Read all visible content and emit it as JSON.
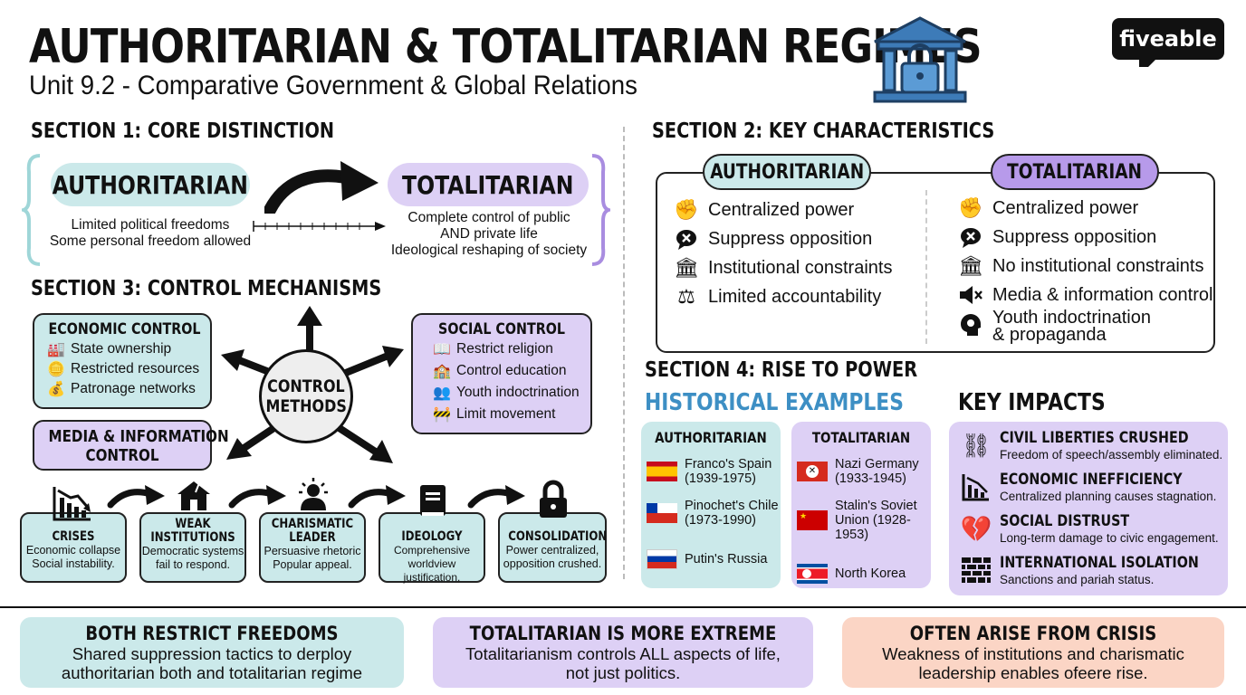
{
  "header": {
    "title": "AUTHORITARIAN & TOTALITARIAN REGIMES",
    "subtitle": "Unit 9.2 - Comparative Government & Global Relations",
    "brand": "fiveable",
    "brand_first": "five",
    "brand_second": "able"
  },
  "section1": {
    "heading": "SECTION 1: CORE DISTINCTION",
    "authoritarian_label": "AUTHORITARIAN",
    "authoritarian_desc": [
      "Limited political freedoms",
      "Some personal freedom allowed"
    ],
    "totalitarian_label": "TOTALITARIAN",
    "totalitarian_desc": [
      "Complete control of public",
      "AND private life",
      "Ideological reshaping of society"
    ]
  },
  "section2": {
    "heading": "SECTION 2: KEY CHARACTERISTICS",
    "authoritarian_label": "AUTHORITARIAN",
    "totalitarian_label": "TOTALITARIAN",
    "authoritarian_items": [
      {
        "icon": "fist-icon",
        "text": "Centralized power"
      },
      {
        "icon": "x-bubble-icon",
        "text": "Suppress opposition"
      },
      {
        "icon": "institution-icon",
        "text": "Institutional constraints"
      },
      {
        "icon": "scales-icon",
        "text": "Limited accountability"
      }
    ],
    "totalitarian_items": [
      {
        "icon": "fist-icon",
        "text": "Centralized power"
      },
      {
        "icon": "x-bubble-icon",
        "text": "Suppress opposition"
      },
      {
        "icon": "locked-institution-icon",
        "text": "No institutional constraints"
      },
      {
        "icon": "muted-megaphone-icon",
        "text": "Media & information control"
      },
      {
        "icon": "brain-gear-icon",
        "text": "Youth indoctrination",
        "text2": "& propaganda"
      }
    ]
  },
  "section3": {
    "heading": "SECTION 3: CONTROL MECHANISMS",
    "center_label": [
      "CONTROL",
      "METHODS"
    ],
    "economic": {
      "title": "ECONOMIC CONTROL",
      "items": [
        {
          "icon": "factory-icon",
          "text": "State ownership"
        },
        {
          "icon": "coins-icon",
          "text": "Restricted resources"
        },
        {
          "icon": "hand-coin-icon",
          "text": "Patronage networks"
        }
      ]
    },
    "media": {
      "title": [
        "MEDIA & INFORMATION",
        "CONTROL"
      ]
    },
    "social": {
      "title": "SOCIAL CONTROL",
      "items": [
        {
          "icon": "book-icon",
          "text": "Restrict religion"
        },
        {
          "icon": "school-icon",
          "text": "Control education"
        },
        {
          "icon": "group-icon",
          "text": "Youth indoctrination"
        },
        {
          "icon": "barrier-icon",
          "text": "Limit movement"
        }
      ]
    },
    "steps": [
      {
        "icon": "falling-chart-icon",
        "title": [
          "CRISES"
        ],
        "text": [
          "Economic collapse",
          "Social instability."
        ]
      },
      {
        "icon": "broken-house-icon",
        "title": [
          "WEAK",
          "INSTITUTIONS"
        ],
        "text": [
          "Democratic systems",
          "fail to respond."
        ]
      },
      {
        "icon": "leader-icon",
        "title": [
          "CHARISMATIC",
          "LEADER"
        ],
        "text": [
          "Persuasive rhetoric",
          "Popular appeal."
        ]
      },
      {
        "icon": "ideology-book-icon",
        "title": [
          "IDEOLOGY"
        ],
        "text": [
          "Comprehensive",
          "worldview justification."
        ]
      },
      {
        "icon": "padlock-icon",
        "title": [
          "CONSOLIDATION"
        ],
        "text": [
          "Power centralized,",
          "opposition crushed."
        ]
      }
    ]
  },
  "section4": {
    "heading": "SECTION 4: RISE TO POWER",
    "examples_heading": "HISTORICAL EXAMPLES",
    "authoritarian_label": "AUTHORITARIAN",
    "totalitarian_label": "TOTALITARIAN",
    "authoritarian_examples": [
      {
        "flag": "spain-flag-icon",
        "lines": [
          "Franco's Spain",
          "(1939-1975)"
        ]
      },
      {
        "flag": "chile-flag-icon",
        "lines": [
          "Pinochet's Chile",
          "(1973-1990)"
        ]
      },
      {
        "flag": "russia-flag-icon",
        "lines": [
          "Putin's Russia"
        ]
      }
    ],
    "totalitarian_examples": [
      {
        "flag": "nazi-flag-icon",
        "lines": [
          "Nazi Germany",
          "(1933-1945)"
        ]
      },
      {
        "flag": "soviet-flag-icon",
        "lines": [
          "Stalin's Soviet",
          "Union (1928-1953)"
        ]
      },
      {
        "flag": "north-korea-flag-icon",
        "lines": [
          "North Korea"
        ]
      }
    ],
    "impacts_heading": "KEY IMPACTS",
    "impacts": [
      {
        "icon": "broken-chain-icon",
        "title": "CIVIL LIBERTIES CRUSHED",
        "text": "Freedom of speech/assembly eliminated."
      },
      {
        "icon": "declining-chart-icon",
        "title": "ECONOMIC INEFFICIENCY",
        "text": "Centralized planning causes stagnation."
      },
      {
        "icon": "broken-heart-icon",
        "title": "SOCIAL DISTRUST",
        "text": "Long-term damage to civic engagement."
      },
      {
        "icon": "brick-wall-icon",
        "title": "INTERNATIONAL ISOLATION",
        "text": "Sanctions and pariah status."
      }
    ]
  },
  "footer": [
    {
      "title": "BOTH RESTRICT FREEDOMS",
      "lines": [
        "Shared suppression tactics to derploy",
        "authoritarian both and totalitarian regime"
      ],
      "color": "#cbe9ea"
    },
    {
      "title": "TOTALITARIAN IS MORE EXTREME",
      "lines": [
        "Totalitarianism controls ALL aspects of life,",
        "not just politics."
      ],
      "color": "#ddd0f5"
    },
    {
      "title": "OFTEN ARISE FROM CRISIS",
      "lines": [
        "Weakness of institutions and charismatic",
        "leadership enables ofeere rise."
      ],
      "color": "#fbd5c5"
    }
  ]
}
